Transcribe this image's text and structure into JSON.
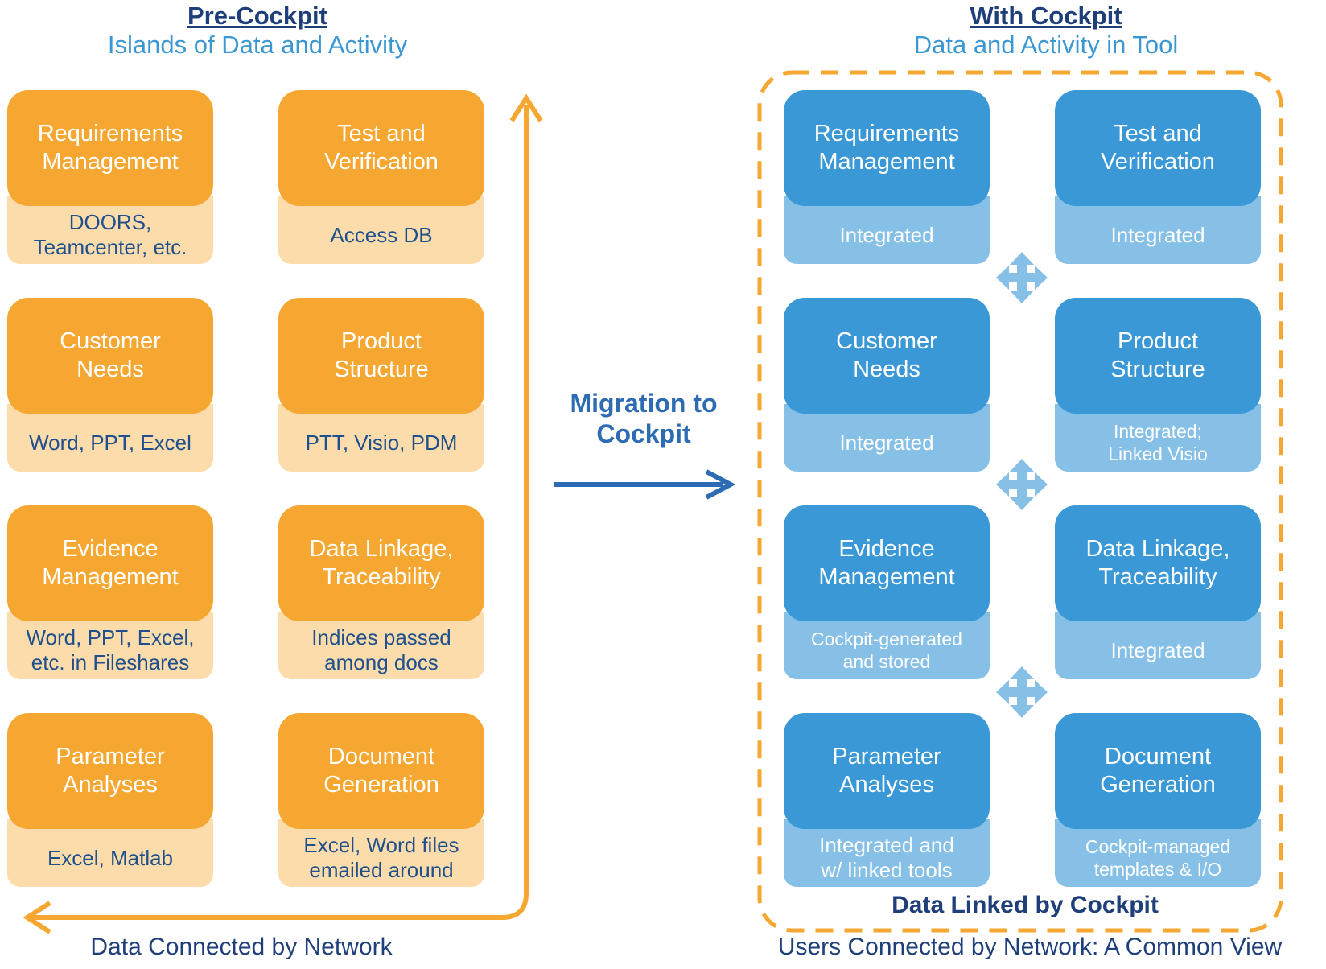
{
  "left": {
    "title": "Pre-Cockpit",
    "subtitle": "Islands of Data and Activity",
    "cards": [
      {
        "head": "Requirements\nManagement",
        "foot": "DOORS,\nTeamcenter, etc."
      },
      {
        "head": "Test and\nVerification",
        "foot": "Access DB"
      },
      {
        "head": "Customer\nNeeds",
        "foot": "Word, PPT, Excel"
      },
      {
        "head": "Product\nStructure",
        "foot": "PTT, Visio, PDM"
      },
      {
        "head": "Evidence\nManagement",
        "foot": "Word, PPT, Excel,\netc. in Fileshares"
      },
      {
        "head": "Data Linkage,\nTraceability",
        "foot": "Indices passed\namong docs"
      },
      {
        "head": "Parameter\nAnalyses",
        "foot": "Excel, Matlab"
      },
      {
        "head": "Document\nGeneration",
        "foot": "Excel, Word files\nemailed around"
      }
    ],
    "caption": "Data Connected by Network"
  },
  "middle": {
    "label": "Migration to\nCockpit"
  },
  "right": {
    "title": "With Cockpit",
    "subtitle": "Data and Activity in Tool",
    "cards": [
      {
        "head": "Requirements\nManagement",
        "foot": "Integrated"
      },
      {
        "head": "Test and\nVerification",
        "foot": "Integrated"
      },
      {
        "head": "Customer\nNeeds",
        "foot": "Integrated"
      },
      {
        "head": "Product\nStructure",
        "foot": "Integrated;\nLinked Visio"
      },
      {
        "head": "Evidence\nManagement",
        "foot": "Cockpit-generated\nand stored"
      },
      {
        "head": "Data Linkage,\nTraceability",
        "foot": "Integrated"
      },
      {
        "head": "Parameter\nAnalyses",
        "foot": "Integrated and\nw/ linked tools"
      },
      {
        "head": "Document\nGeneration",
        "foot": "Cockpit-managed\ntemplates & I/O"
      }
    ],
    "boundary_label": "Data Linked by Cockpit",
    "caption": "Users Connected by Network: A Common View"
  },
  "colors": {
    "orange": "#f5a732",
    "orange_light": "#fbdcaa",
    "blue": "#3a98d6",
    "blue_light": "#86c0e6",
    "navy": "#1f3f7a",
    "arrow_blue": "#2d6cb3"
  }
}
